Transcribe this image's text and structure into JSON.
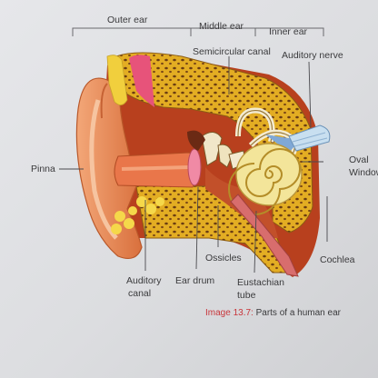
{
  "labels": {
    "outer_ear": "Outer ear",
    "middle_ear": "Middle ear",
    "inner_ear": "Inner ear",
    "semicircular_canal": "Semicircular canal",
    "auditory_nerve": "Auditory nerve",
    "oval_window_1": "Oval",
    "oval_window_2": "Window",
    "pinna": "Pinna",
    "cochlea": "Cochlea",
    "ossicles": "Ossicles",
    "auditory_canal_1": "Auditory",
    "auditory_canal_2": "canal",
    "ear_drum": "Ear drum",
    "eustachian_tube_1": "Eustachian",
    "eustachian_tube_2": "tube"
  },
  "caption": {
    "number": "Image 13.7:",
    "text": "Parts of a human ear"
  },
  "colors": {
    "bone": "#e8b52a",
    "skin": "#e88a55",
    "caption_accent": "#c8353a"
  }
}
